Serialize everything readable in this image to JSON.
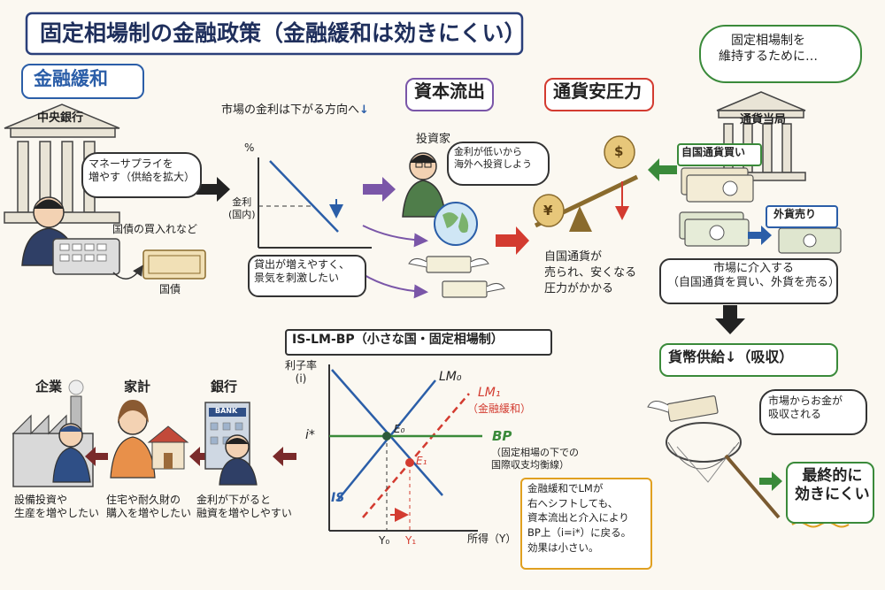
{
  "title": "固定相場制の金融政策（金融緩和は効きにくい）",
  "easing": {
    "heading": "金融緩和",
    "bank_label": "中央銀行",
    "bank_speech": "マネーサプライを\n増やす（供給を拡大）",
    "bond_purchase": "国債の買入れなど",
    "bond_label": "国債"
  },
  "rate_graph": {
    "caption": "市場の金利は下がる方向へ",
    "caption_arrow": "↓",
    "y_unit": "%",
    "rate_label": "金利\n(国内)",
    "note": "貸出が増えやすく、\n景気を刺激したい"
  },
  "capital": {
    "heading": "資本流出",
    "investor_label": "投資家",
    "investor_speech": "金利が低いから\n海外へ投資しよう"
  },
  "currency": {
    "heading": "通貨安圧力",
    "yen_symbol": "¥",
    "dollar_symbol": "$",
    "note": "自国通貨が\n売られ、安くなる\n圧力がかかる"
  },
  "authority": {
    "thought": "固定相場制を\n維持するために…",
    "label": "通貨当局",
    "buy_domestic": "自国通貨買い",
    "sell_foreign": "外貨売り",
    "intervene": "市場に介入する\n（自国通貨を買い、外貨を売る）"
  },
  "money_supply": {
    "heading": "貨幣供給↓（吸収）",
    "speech": "市場からお金が\n吸収される",
    "final": "最終的に\n効きにくい"
  },
  "islmbp": {
    "title": "IS-LM-BP（小さな国・固定相場制）",
    "y_axis_label": "利子率\n(i)",
    "x_axis_label": "所得（Y）",
    "istar": "i*",
    "is_label": "IS",
    "lm0_label": "LM₀",
    "lm1_label": "LM₁",
    "lm1_note": "（金融緩和）",
    "bp_label": "BP",
    "bp_note": "（固定相場の下での\n国際収支均衡線）",
    "e0_label": "E₀",
    "e1_label": "E₁",
    "y0_label": "Y₀",
    "y1_label": "Y₁",
    "explanation": "金融緩和でLMが\n右へシフトしても、\n資本流出と介入により\nBP上（i=i*）に戻る。\n効果は小さい。",
    "colors": {
      "is": "#2b5ea8",
      "lm0": "#2b5ea8",
      "lm1": "#d33b30",
      "bp": "#3a8a3a"
    }
  },
  "economy": {
    "firm_title": "企業",
    "firm_note": "設備投資や\n生産を増やしたい",
    "household_title": "家計",
    "household_note": "住宅や耐久財の\n購入を増やしたい",
    "bank_title": "銀行",
    "bank_sign": "BANK",
    "bank_note": "金利が下がると\n融資を増やしやすい"
  }
}
